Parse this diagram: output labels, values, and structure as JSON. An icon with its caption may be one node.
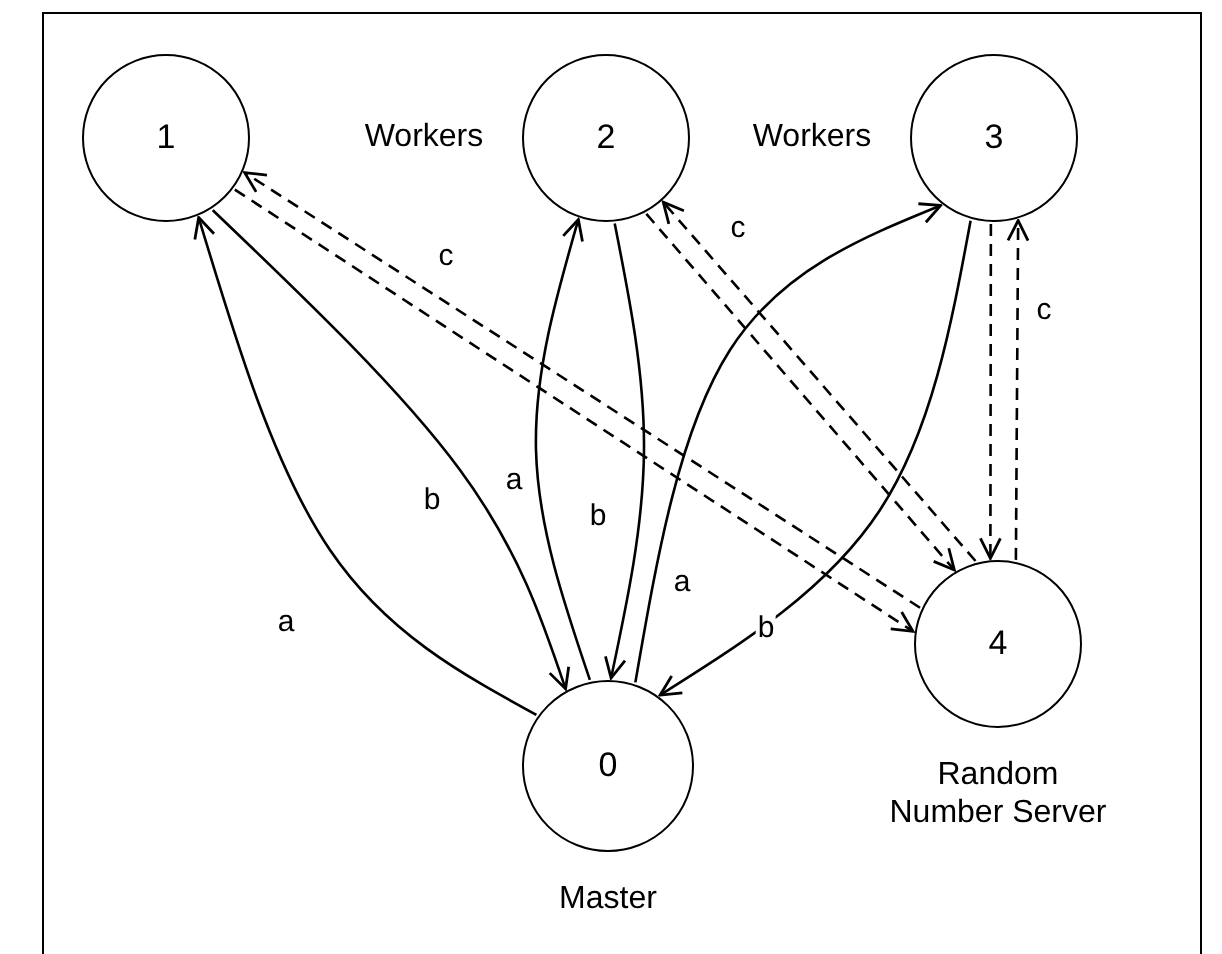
{
  "diagram": {
    "nodes": [
      {
        "text": [
          "1"
        ]
      },
      {
        "text": [
          "2"
        ]
      },
      {
        "text": [
          "3"
        ]
      },
      {
        "text": [
          "0"
        ],
        "beside": [
          "Master"
        ]
      },
      {
        "text": [
          "4"
        ],
        "beside": [
          "Random Number Server"
        ]
      }
    ],
    "edges": [
      {
        "from": 3,
        "to": 0,
        "arrow": "to",
        "label": "a"
      },
      {
        "from": 0,
        "to": 3,
        "arrow": "to",
        "label": "b"
      },
      {
        "from": 3,
        "to": 1,
        "arrow": "to",
        "label": "a"
      },
      {
        "from": 1,
        "to": 3,
        "arrow": "to",
        "label": "b"
      },
      {
        "from": 3,
        "to": 2,
        "arrow": "to",
        "label": "a"
      },
      {
        "from": 2,
        "to": 3,
        "arrow": "to",
        "label": "b"
      },
      {
        "from": 0,
        "to": 4,
        "arrow": "to",
        "style": "dashed"
      },
      {
        "from": 4,
        "to": 0,
        "arrow": "to",
        "style": "dashed",
        "label": "c"
      },
      {
        "from": 1,
        "to": 4,
        "arrow": "to",
        "style": "dashed"
      },
      {
        "from": 4,
        "to": 1,
        "arrow": "to",
        "style": "dashed",
        "label": "c"
      },
      {
        "from": 2,
        "to": 4,
        "arrow": "to",
        "style": "dashed"
      },
      {
        "from": 4,
        "to": 2,
        "arrow": "to",
        "style": "dashed",
        "label": "c"
      }
    ],
    "labels": [
      "Workers",
      "Workers"
    ]
  }
}
